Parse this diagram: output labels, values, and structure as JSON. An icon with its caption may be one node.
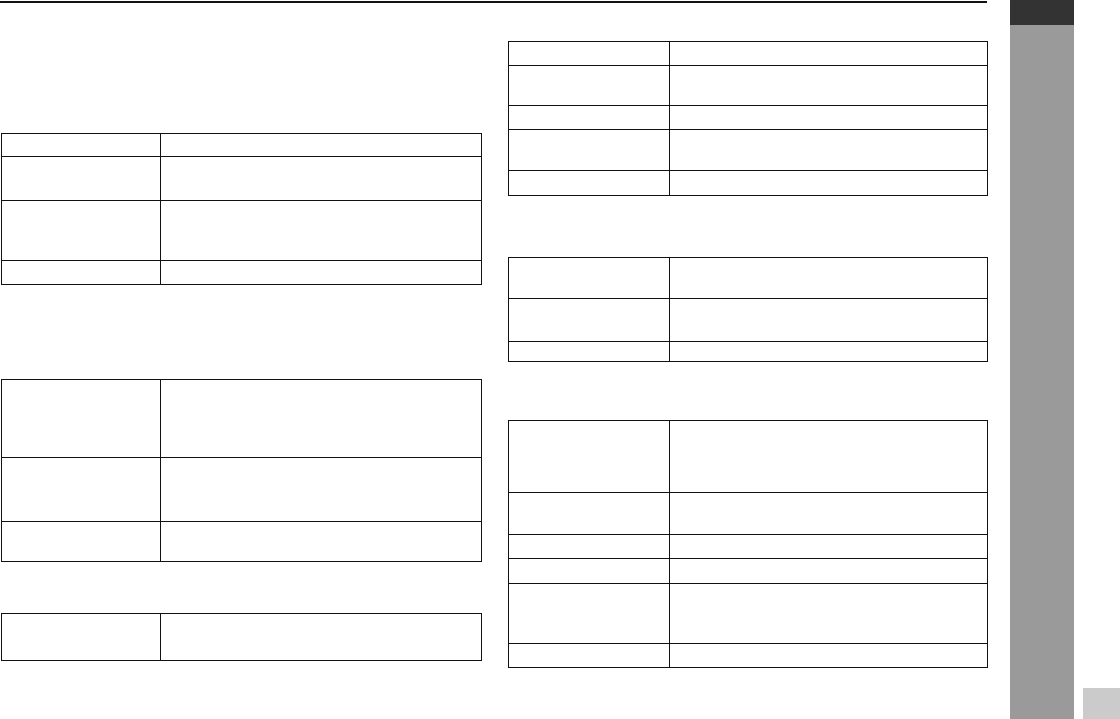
{
  "diagram": {
    "nodes": [
      {
        "text": [],
        "shape": "table"
      },
      {
        "text": [],
        "shape": "table"
      },
      {
        "text": [],
        "shape": "table"
      },
      {
        "text": [],
        "shape": "table"
      },
      {
        "text": [],
        "shape": "table"
      },
      {
        "text": [],
        "shape": "table"
      }
    ]
  }
}
